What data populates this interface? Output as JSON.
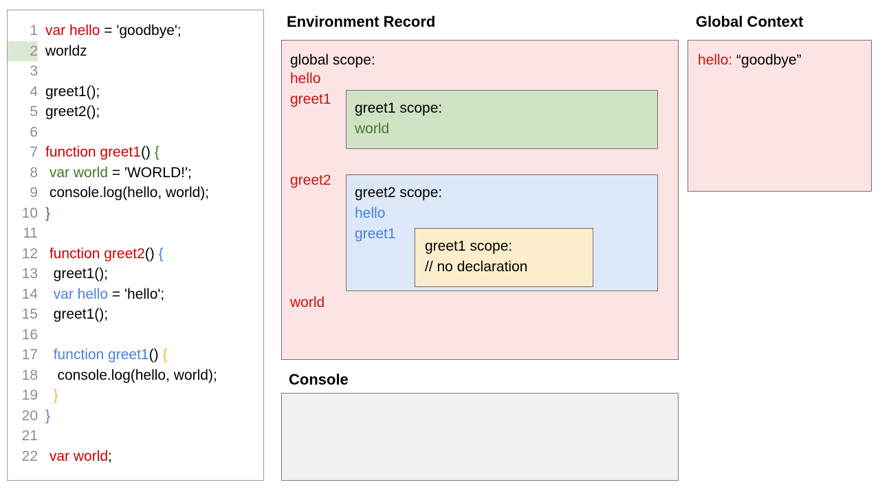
{
  "editor": {
    "name": "code-editor",
    "highlighted_line": 2,
    "lines": [
      {
        "num": "1",
        "tokens": [
          {
            "t": "var hello",
            "c": "tok-red"
          },
          {
            "t": " = 'goodbye';",
            "c": "tok-black"
          }
        ]
      },
      {
        "num": "2",
        "tokens": [
          {
            "t": "worldz",
            "c": "tok-black"
          }
        ]
      },
      {
        "num": "3",
        "tokens": [
          {
            "t": "",
            "c": "tok-black"
          }
        ]
      },
      {
        "num": "4",
        "tokens": [
          {
            "t": "greet1();",
            "c": "tok-black"
          }
        ]
      },
      {
        "num": "5",
        "tokens": [
          {
            "t": "greet2();",
            "c": "tok-black"
          }
        ]
      },
      {
        "num": "6",
        "tokens": [
          {
            "t": "",
            "c": "tok-black"
          }
        ]
      },
      {
        "num": "7",
        "tokens": [
          {
            "t": "function greet1",
            "c": "tok-red"
          },
          {
            "t": "() ",
            "c": "tok-black"
          },
          {
            "t": "{",
            "c": "tok-green"
          }
        ]
      },
      {
        "num": "8",
        "tokens": [
          {
            "t": " ",
            "c": "tok-black"
          },
          {
            "t": "var world",
            "c": "tok-green"
          },
          {
            "t": " = 'WORLD!';",
            "c": "tok-black"
          }
        ]
      },
      {
        "num": "9",
        "tokens": [
          {
            "t": " console.log(hello, world);",
            "c": "tok-black"
          }
        ]
      },
      {
        "num": "10",
        "tokens": [
          {
            "t": "}",
            "c": "tok-green"
          }
        ]
      },
      {
        "num": "11",
        "tokens": [
          {
            "t": "",
            "c": "tok-black"
          }
        ]
      },
      {
        "num": "12",
        "tokens": [
          {
            "t": " ",
            "c": "tok-black"
          },
          {
            "t": "function greet2",
            "c": "tok-red"
          },
          {
            "t": "() ",
            "c": "tok-black"
          },
          {
            "t": "{",
            "c": "tok-blue"
          }
        ]
      },
      {
        "num": "13",
        "tokens": [
          {
            "t": "  greet1();",
            "c": "tok-black"
          }
        ]
      },
      {
        "num": "14",
        "tokens": [
          {
            "t": "  ",
            "c": "tok-black"
          },
          {
            "t": "var hello",
            "c": "tok-blue"
          },
          {
            "t": " = 'hello';",
            "c": "tok-black"
          }
        ]
      },
      {
        "num": "15",
        "tokens": [
          {
            "t": "  greet1();",
            "c": "tok-black"
          }
        ]
      },
      {
        "num": "16",
        "tokens": [
          {
            "t": "",
            "c": "tok-black"
          }
        ]
      },
      {
        "num": "17",
        "tokens": [
          {
            "t": "  ",
            "c": "tok-black"
          },
          {
            "t": "function greet1",
            "c": "tok-blue"
          },
          {
            "t": "() ",
            "c": "tok-black"
          },
          {
            "t": "{",
            "c": "tok-orange"
          }
        ]
      },
      {
        "num": "18",
        "tokens": [
          {
            "t": "   console.log(hello, world);",
            "c": "tok-black"
          }
        ]
      },
      {
        "num": "19",
        "tokens": [
          {
            "t": "  ",
            "c": "tok-black"
          },
          {
            "t": "}",
            "c": "tok-orange"
          }
        ]
      },
      {
        "num": "20",
        "tokens": [
          {
            "t": "}",
            "c": "tok-blue"
          }
        ]
      },
      {
        "num": "21",
        "tokens": [
          {
            "t": "",
            "c": "tok-black"
          }
        ]
      },
      {
        "num": "22",
        "tokens": [
          {
            "t": " ",
            "c": "tok-black"
          },
          {
            "t": "var world",
            "c": "tok-red"
          },
          {
            "t": ";",
            "c": "tok-black"
          }
        ]
      }
    ]
  },
  "environment_record": {
    "heading": "Environment Record",
    "global_scope_label": "global scope:",
    "global_vars": [
      "hello",
      "greet1",
      "greet2",
      "world"
    ],
    "greet1_scope": {
      "title": "greet1 scope:",
      "vars": [
        "world"
      ]
    },
    "greet2_scope": {
      "title": "greet2 scope:",
      "vars": [
        "hello",
        "greet1"
      ],
      "greet1_inner_scope": {
        "title": "greet1 scope:",
        "note": "// no declaration"
      }
    }
  },
  "console": {
    "heading": "Console",
    "output": ""
  },
  "global_context": {
    "heading": "Global Context",
    "entries": [
      {
        "key": "hello:",
        "value": " “goodbye”"
      }
    ]
  },
  "colors": {
    "pink_box": "#fce4e4",
    "green_box": "#cfe3c4",
    "blue_box": "#dce8f8",
    "yellow_box": "#fceecc",
    "console_box": "#f1f1f1",
    "box_border": "#7b6a6a",
    "red_var": "#cc1111",
    "green_var": "#4a7a35",
    "blue_var": "#4a82d8",
    "line_number": "#8e8e8e",
    "line_highlight": "#dbe9d4"
  }
}
